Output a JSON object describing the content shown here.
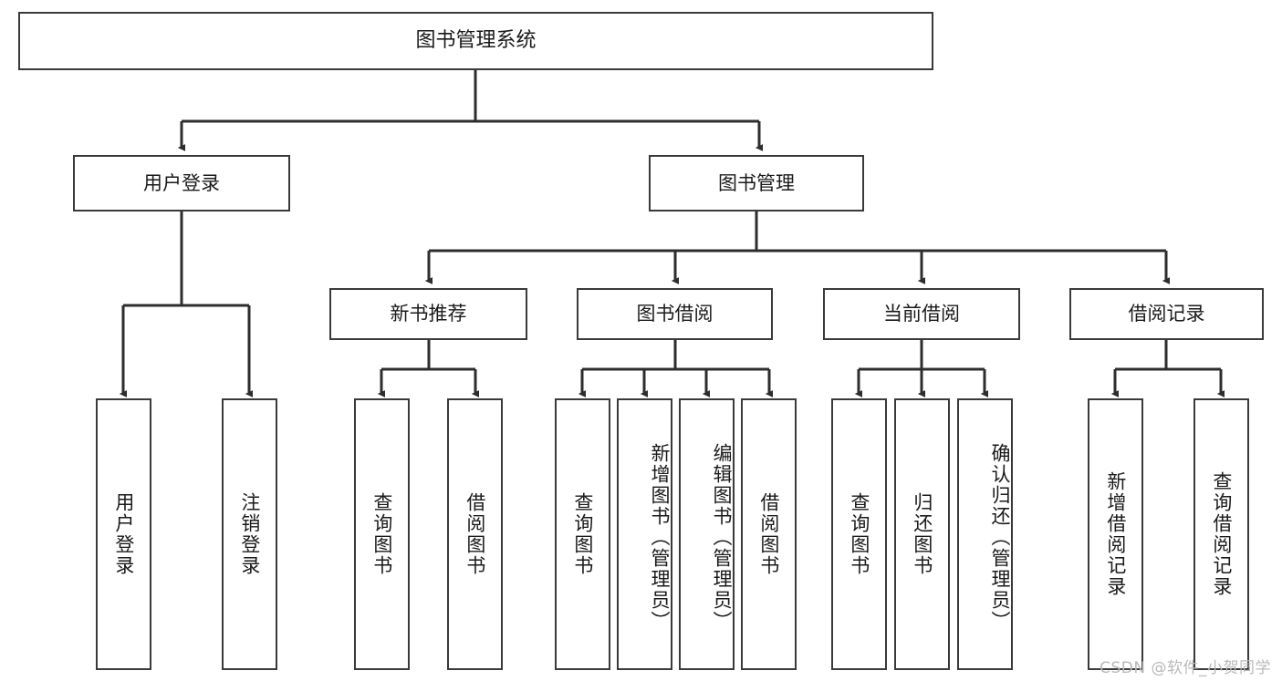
{
  "diagram": {
    "title": "图书管理系统",
    "type": "function-structure-tree",
    "watermark": "CSDN @软件_小贺同学",
    "colors": {
      "box_border": "#3a3a3a",
      "box_fill": "#ffffff",
      "edge": "#2d2d2d",
      "text": "#1a1a1a",
      "watermark": "#b9b9b9"
    },
    "nodes": {
      "root": {
        "label": "图书管理系统"
      },
      "level2": [
        {
          "id": "user-login",
          "label": "用户登录"
        },
        {
          "id": "book-management",
          "label": "图书管理"
        }
      ],
      "level3": [
        {
          "id": "new-book-recommend",
          "label": "新书推荐",
          "parent": "book-management"
        },
        {
          "id": "book-borrow",
          "label": "图书借阅",
          "parent": "book-management"
        },
        {
          "id": "current-borrow",
          "label": "当前借阅",
          "parent": "book-management"
        },
        {
          "id": "borrow-record",
          "label": "借阅记录",
          "parent": "book-management"
        }
      ],
      "leaves": [
        {
          "id": "leaf-user-login",
          "label": "用户登录",
          "parent": "user-login"
        },
        {
          "id": "leaf-logout",
          "label": "注销登录",
          "parent": "user-login"
        },
        {
          "id": "leaf-query-book-1",
          "label": "查询图书",
          "parent": "new-book-recommend"
        },
        {
          "id": "leaf-borrow-book-1",
          "label": "借阅图书",
          "parent": "new-book-recommend"
        },
        {
          "id": "leaf-query-book-2",
          "label": "查询图书",
          "parent": "book-borrow"
        },
        {
          "id": "leaf-add-book",
          "label": "新增图书（管理员）",
          "parent": "book-borrow"
        },
        {
          "id": "leaf-edit-book",
          "label": "编辑图书（管理员）",
          "parent": "book-borrow"
        },
        {
          "id": "leaf-borrow-book-2",
          "label": "借阅图书",
          "parent": "book-borrow"
        },
        {
          "id": "leaf-query-book-3",
          "label": "查询图书",
          "parent": "current-borrow"
        },
        {
          "id": "leaf-return-book",
          "label": "归还图书",
          "parent": "current-borrow"
        },
        {
          "id": "leaf-confirm-return",
          "label": "确认归还（管理员）",
          "parent": "current-borrow"
        },
        {
          "id": "leaf-add-record",
          "label": "新增借阅记录",
          "parent": "borrow-record"
        },
        {
          "id": "leaf-query-record",
          "label": "查询借阅记录",
          "parent": "borrow-record"
        }
      ]
    }
  }
}
